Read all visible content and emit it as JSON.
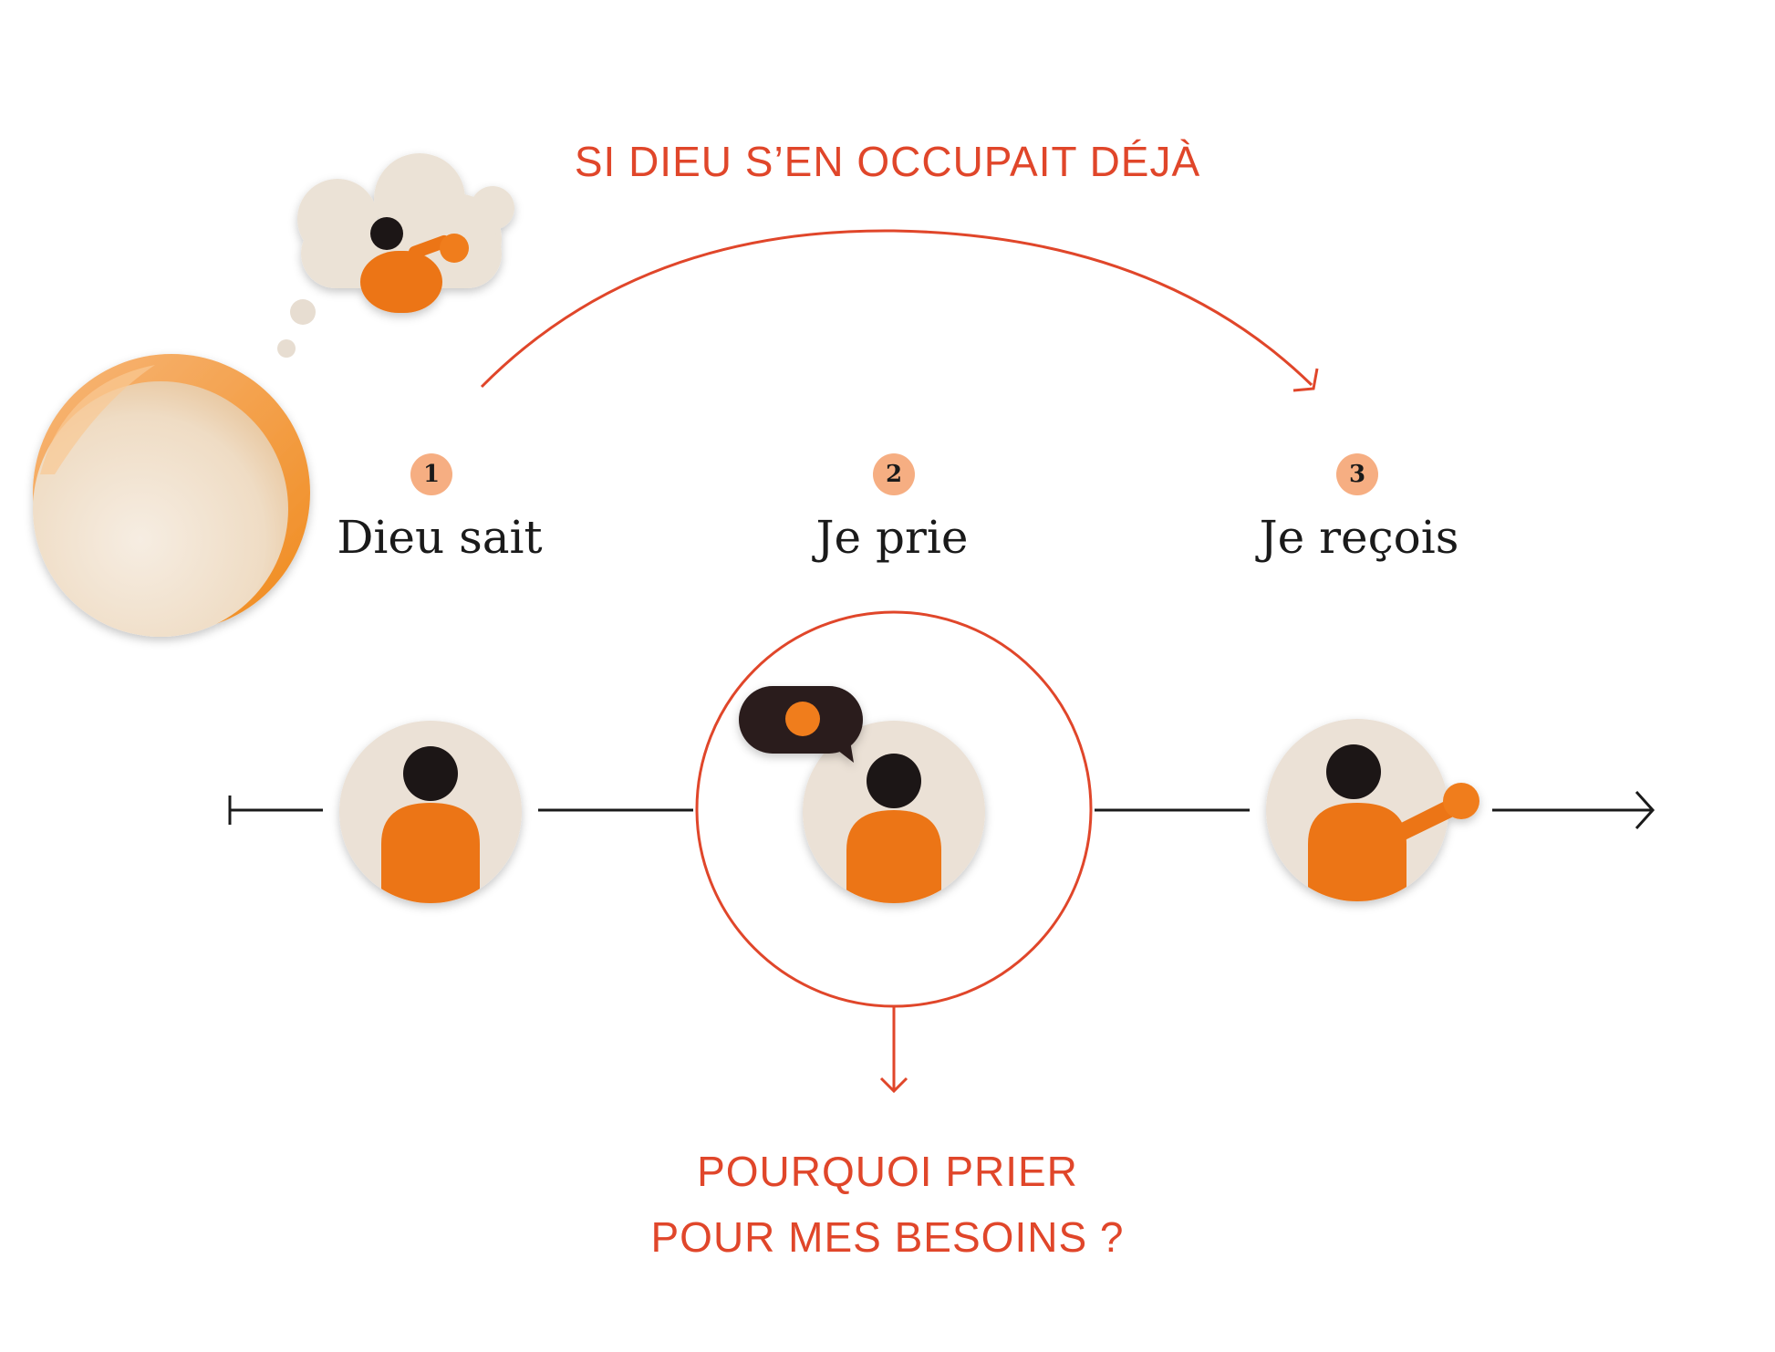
{
  "colors": {
    "accent": "#e0462a",
    "person_body": "#ec7514",
    "person_head": "#1a1212",
    "avatar_bg": "#ebe1d6",
    "badge_bg": "#f6ae82",
    "line": "#1a1a1a"
  },
  "top_caption": "SI DIEU S’EN OCCUPAIT DÉJÀ",
  "bottom_caption": {
    "line1": "POURQUOI PRIER",
    "line2": "POUR MES BESOINS ?"
  },
  "steps": [
    {
      "number": "1",
      "label": "Dieu sait"
    },
    {
      "number": "2",
      "label": "Je prie"
    },
    {
      "number": "3",
      "label": "Je reçois"
    }
  ],
  "icons": {
    "god": "god-sphere-icon",
    "thought": "thought-cloud-icon",
    "person": "person-icon",
    "speech": "speech-bubble-icon",
    "receive": "person-receiving-icon"
  }
}
